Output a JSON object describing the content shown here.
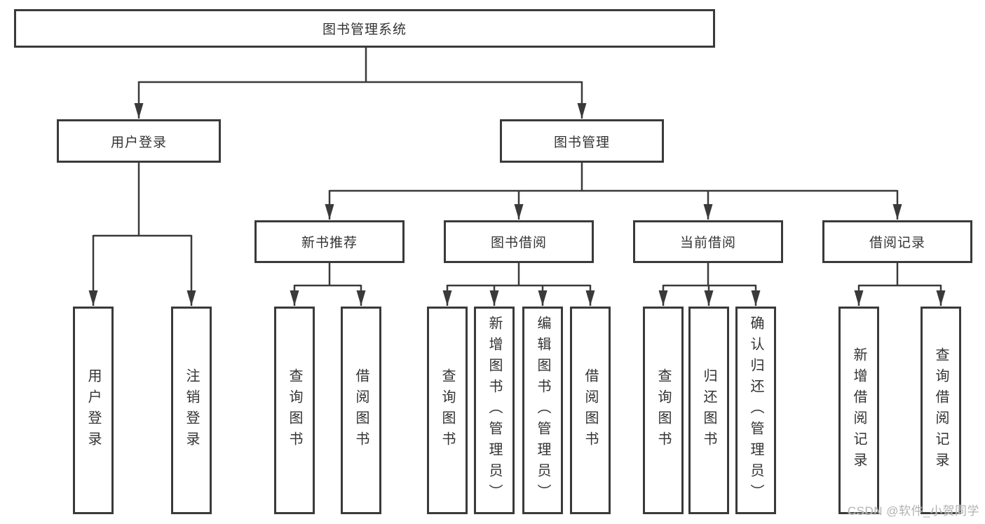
{
  "diagram": {
    "title": "图书管理系统",
    "type": "hierarchy-tree",
    "watermark": "CSDN @软件_小贺同学",
    "colors": {
      "line": "#3a3a3a",
      "box_border": "#3a3a3a",
      "box_fill": "#ffffff",
      "text": "#333333",
      "background": "#ffffff",
      "watermark": "#b2b2b2"
    }
  },
  "nodes": [
    {
      "id": "root",
      "label": "图书管理系统",
      "parent": null
    },
    {
      "id": "user-login",
      "label": "用户登录",
      "parent": "root"
    },
    {
      "id": "book-management",
      "label": "图书管理",
      "parent": "root"
    },
    {
      "id": "new-book-recommend",
      "label": "新书推荐",
      "parent": "book-management"
    },
    {
      "id": "book-borrowing",
      "label": "图书借阅",
      "parent": "book-management"
    },
    {
      "id": "current-borrowing",
      "label": "当前借阅",
      "parent": "book-management"
    },
    {
      "id": "borrowing-records",
      "label": "借阅记录",
      "parent": "book-management"
    },
    {
      "id": "leaf-user-login",
      "label": "用户登录",
      "parent": "user-login"
    },
    {
      "id": "leaf-logout",
      "label": "注销登录",
      "parent": "user-login"
    },
    {
      "id": "leaf-query-books-recommend",
      "label": "查询图书",
      "parent": "new-book-recommend"
    },
    {
      "id": "leaf-borrow-books-recommend",
      "label": "借阅图书",
      "parent": "new-book-recommend"
    },
    {
      "id": "leaf-query-books-borrowing",
      "label": "查询图书",
      "parent": "book-borrowing"
    },
    {
      "id": "leaf-add-books-admin",
      "label": "新增图书（管理员）",
      "parent": "book-borrowing"
    },
    {
      "id": "leaf-edit-books-admin",
      "label": "编辑图书（管理员）",
      "parent": "book-borrowing"
    },
    {
      "id": "leaf-borrow-books-borrowing",
      "label": "借阅图书",
      "parent": "book-borrowing"
    },
    {
      "id": "leaf-query-books-current",
      "label": "查询图书",
      "parent": "current-borrowing"
    },
    {
      "id": "leaf-return-books",
      "label": "归还图书",
      "parent": "current-borrowing"
    },
    {
      "id": "leaf-confirm-return-admin",
      "label": "确认归还（管理员）",
      "parent": "current-borrowing"
    },
    {
      "id": "leaf-add-borrow-record",
      "label": "新增借阅记录",
      "parent": "borrowing-records"
    },
    {
      "id": "leaf-query-borrow-record",
      "label": "查询借阅记录",
      "parent": "borrowing-records"
    }
  ]
}
